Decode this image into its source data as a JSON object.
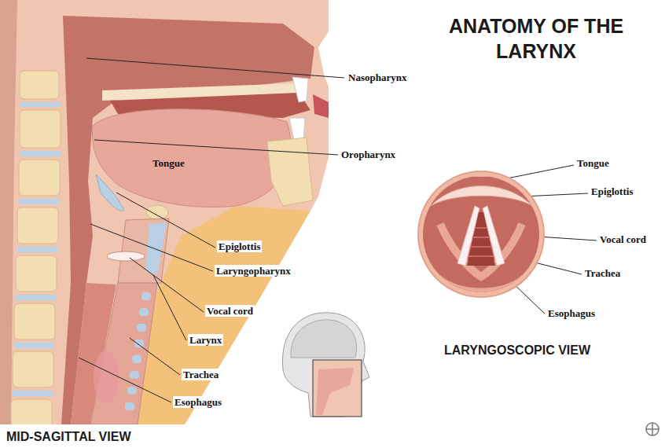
{
  "diagram": {
    "title": "ANATOMY OF THE LARYNX",
    "labels": [
      "Nasopharynx",
      "Oropharynx",
      "Tongue",
      "Epiglottis",
      "Laryngopharynx",
      "Vocal cord",
      "Larynx",
      "Trachea",
      "Esophagus",
      "MID-SAGITTAL VIEW",
      "Tongue",
      "Epiglottis",
      "Vocal cord",
      "Trachea",
      "Esophagus",
      "LARYNGOSCOPIC VIEW"
    ]
  }
}
